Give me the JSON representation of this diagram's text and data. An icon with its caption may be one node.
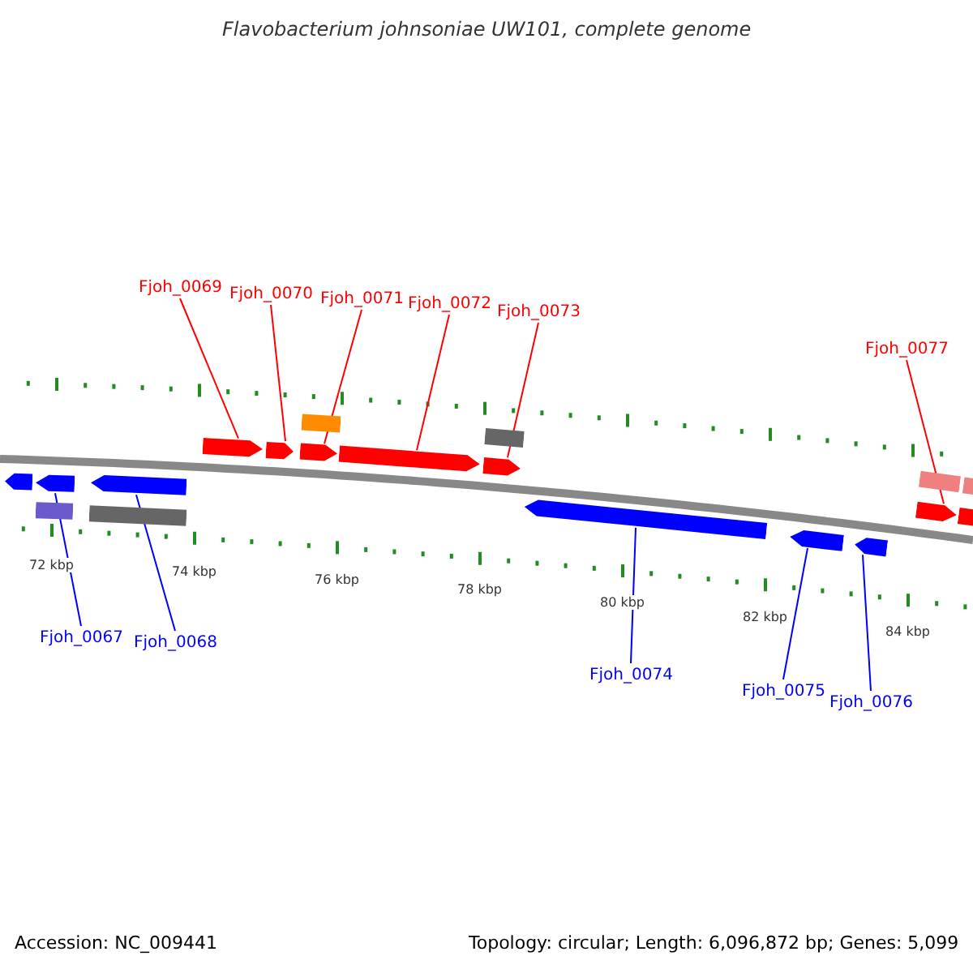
{
  "diagram": {
    "title": "Flavobacterium johnsoniae UW101, complete genome",
    "nodes": [
      {
        "text": [
          "Fjoh_0069"
        ]
      },
      {
        "text": [
          "Fjoh_0070"
        ]
      },
      {
        "text": [
          "Fjoh_0071"
        ]
      },
      {
        "text": [
          "Fjoh_0072"
        ]
      },
      {
        "text": [
          "Fjoh_0073"
        ]
      },
      {
        "text": [
          "Fjoh_0077"
        ]
      },
      {
        "text": [
          "Fjoh_0067"
        ]
      },
      {
        "text": [
          "Fjoh_0068"
        ]
      },
      {
        "text": [
          "Fjoh_0074"
        ]
      },
      {
        "text": [
          "Fjoh_0075"
        ]
      },
      {
        "text": [
          "Fjoh_0076"
        ]
      },
      {
        "text": [],
        "shape": "pentagon"
      },
      {
        "text": [],
        "shape": "pentagon"
      },
      {
        "text": [],
        "shape": "box"
      },
      {
        "text": [],
        "shape": "pentagon"
      },
      {
        "text": [],
        "shape": "box"
      },
      {
        "text": [],
        "shape": "pentagon"
      },
      {
        "text": [],
        "shape": "pentagon"
      },
      {
        "text": [],
        "shape": "box"
      },
      {
        "text": [],
        "shape": "pentagon"
      },
      {
        "text": [],
        "shape": "pentagon"
      },
      {
        "text": [],
        "shape": "box"
      },
      {
        "text": [],
        "shape": "pentagon"
      },
      {
        "text": [],
        "shape": "pentagon"
      },
      {
        "text": [],
        "shape": "pentagon"
      },
      {
        "text": [],
        "shape": "pentagon"
      },
      {
        "text": [],
        "shape": "box"
      },
      {
        "text": [],
        "shape": "box"
      },
      {
        "text": [],
        "shape": "pentagon"
      },
      {
        "text": [],
        "shape": "pentagon"
      }
    ],
    "edges": [
      {
        "from": 0,
        "to": 16,
        "arrow": "none"
      },
      {
        "from": 1,
        "to": 17,
        "arrow": "none"
      },
      {
        "from": 2,
        "to": 19,
        "arrow": "none"
      },
      {
        "from": 3,
        "to": 20,
        "arrow": "none"
      },
      {
        "from": 4,
        "to": 22,
        "arrow": "none"
      },
      {
        "from": 5,
        "to": 28,
        "arrow": "none"
      },
      {
        "from": 6,
        "to": 12,
        "arrow": "none",
        "color": "#0000ff"
      },
      {
        "from": 7,
        "to": 14,
        "arrow": "none",
        "color": "#0000ff"
      },
      {
        "from": 8,
        "to": 23,
        "arrow": "none",
        "color": "#0000ff"
      },
      {
        "from": 9,
        "to": 24,
        "arrow": "none",
        "color": "#0000ff"
      },
      {
        "from": 10,
        "to": 25,
        "arrow": "none",
        "color": "#0000ff"
      }
    ],
    "labels": [
      "72 kbp",
      "74 kbp",
      "76 kbp",
      "78 kbp",
      "80 kbp",
      "82 kbp",
      "84 kbp",
      "Accession: NC_009441",
      "Topology: circular; Length: 6,096,872 bp; Genes: 5,099"
    ]
  }
}
